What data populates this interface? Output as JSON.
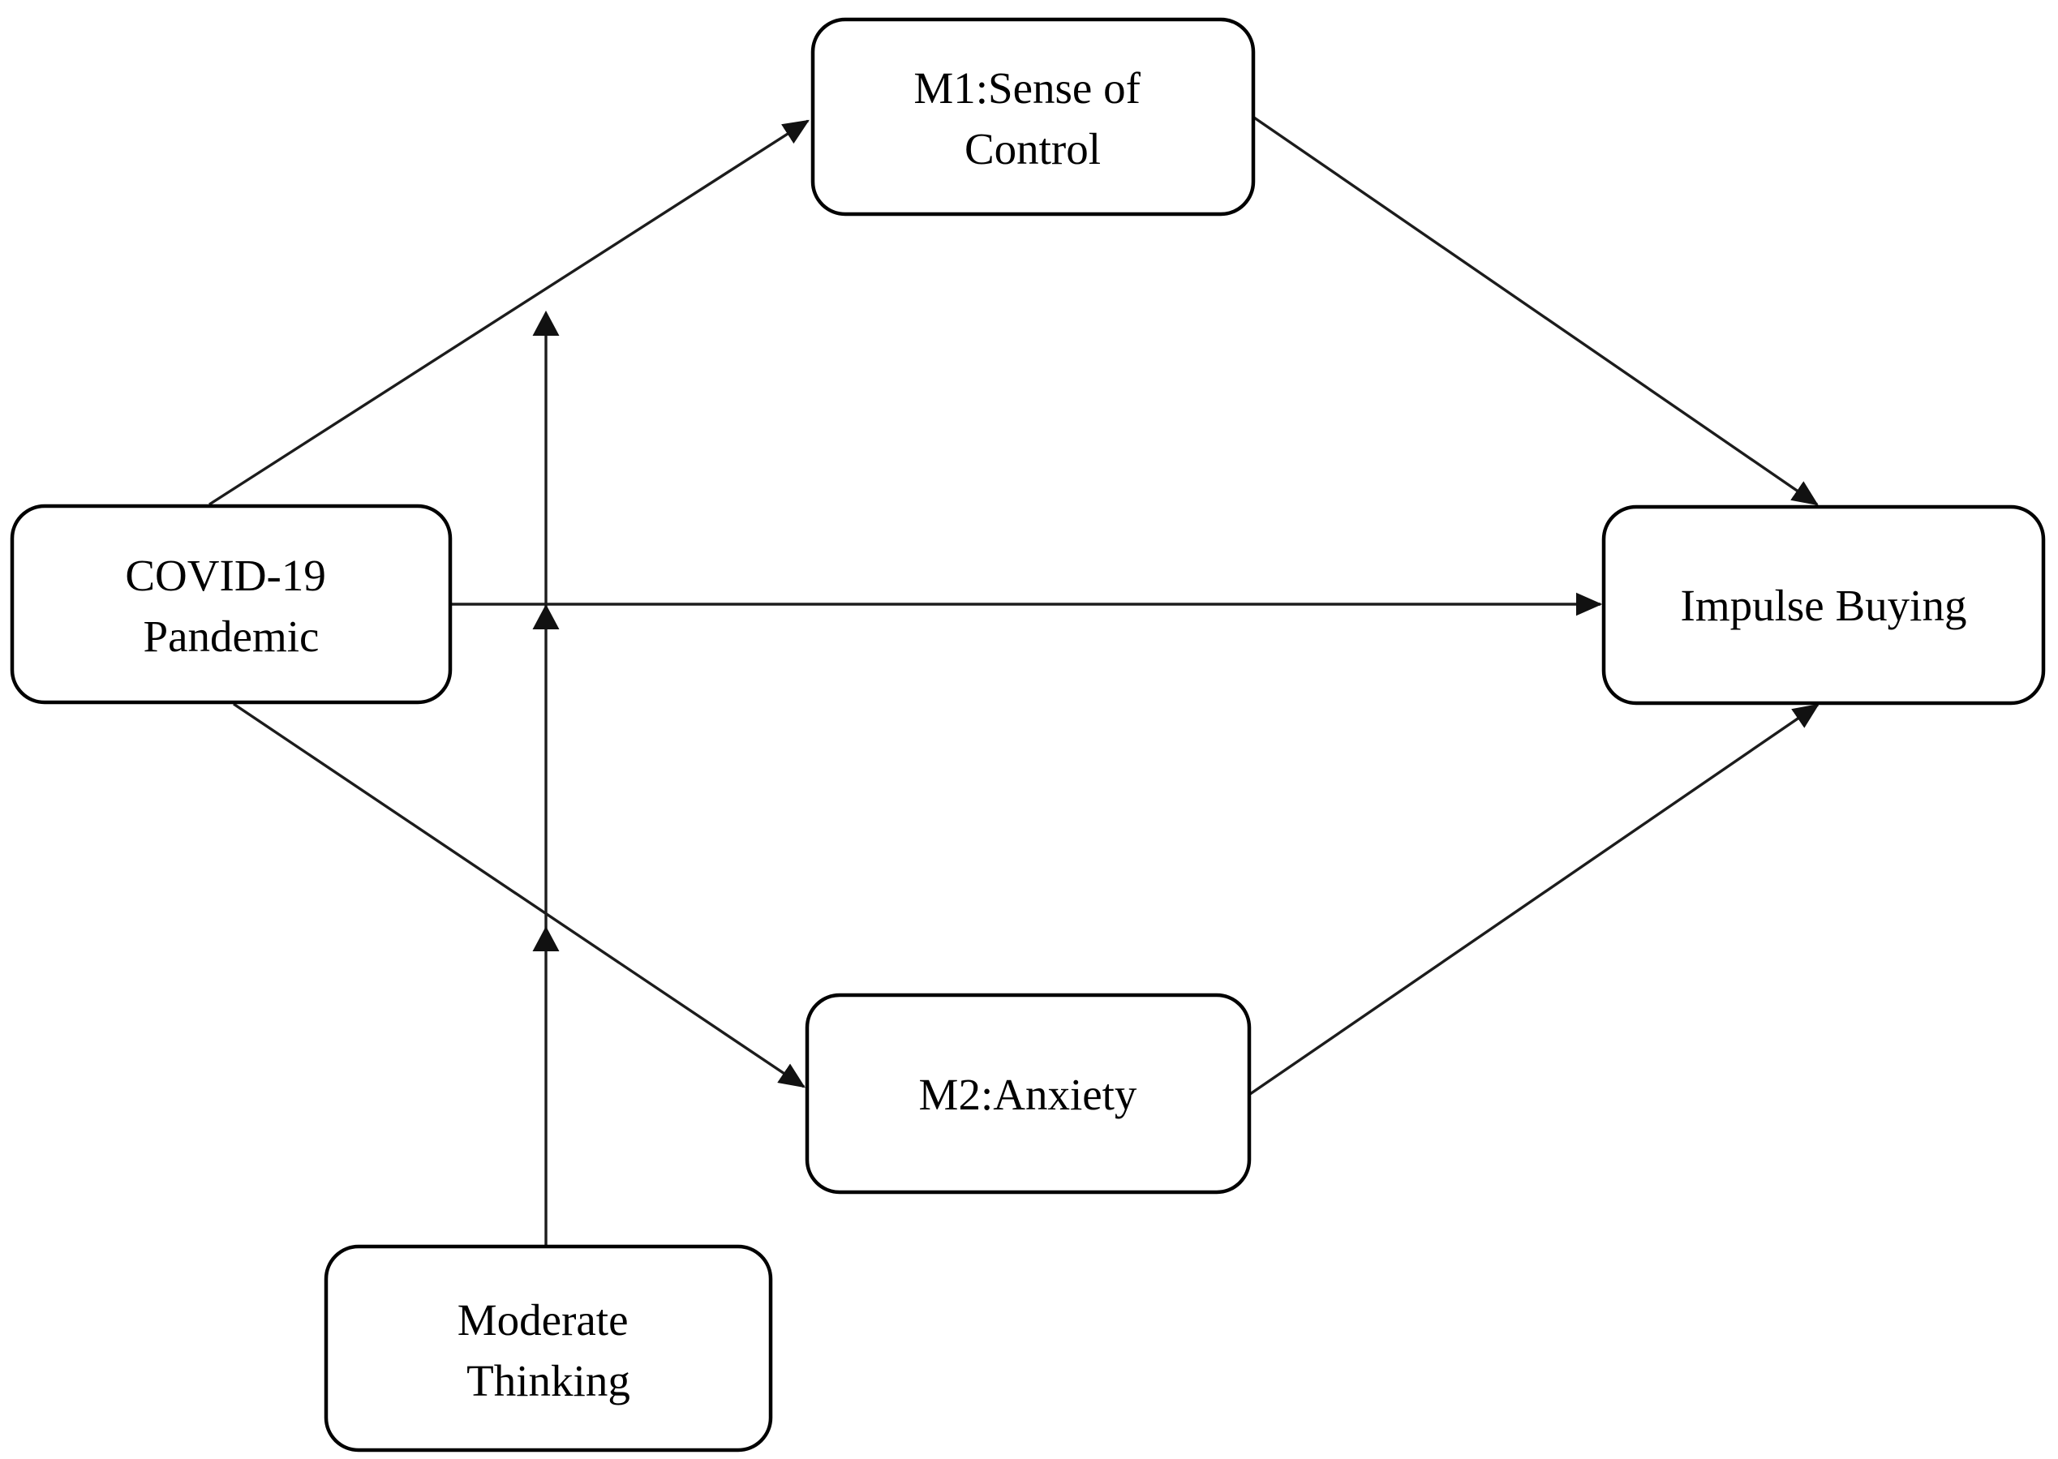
{
  "diagram": {
    "type": "path-model",
    "background_color": "#ffffff",
    "node_border_color": "#000000",
    "node_fill_color": "#ffffff",
    "edge_color": "#1c1c1c",
    "text_color": "#000000",
    "nodes": {
      "m1": {
        "lines": [
          "M1:Sense of",
          "Control"
        ]
      },
      "covid": {
        "lines": [
          "COVID-19",
          "Pandemic"
        ]
      },
      "impulse": {
        "lines": [
          "Impulse Buying"
        ]
      },
      "m2": {
        "lines": [
          "M2:Anxiety"
        ]
      },
      "moderator": {
        "lines": [
          "Moderate",
          "Thinking"
        ]
      }
    },
    "edges": [
      {
        "from": "COVID-19 Pandemic",
        "to": "M1:Sense of Control",
        "type": "direct"
      },
      {
        "from": "M1:Sense of Control",
        "to": "Impulse Buying",
        "type": "direct"
      },
      {
        "from": "COVID-19 Pandemic",
        "to": "Impulse Buying",
        "type": "direct"
      },
      {
        "from": "COVID-19 Pandemic",
        "to": "M2:Anxiety",
        "type": "direct"
      },
      {
        "from": "M2:Anxiety",
        "to": "Impulse Buying",
        "type": "direct"
      },
      {
        "from": "Moderate Thinking",
        "to": "path: COVID-19 Pandemic → M1:Sense of Control",
        "type": "moderation"
      },
      {
        "from": "Moderate Thinking",
        "to": "path: COVID-19 Pandemic → Impulse Buying",
        "type": "moderation"
      },
      {
        "from": "Moderate Thinking",
        "to": "path: COVID-19 Pandemic → M2:Anxiety",
        "type": "moderation"
      }
    ]
  }
}
